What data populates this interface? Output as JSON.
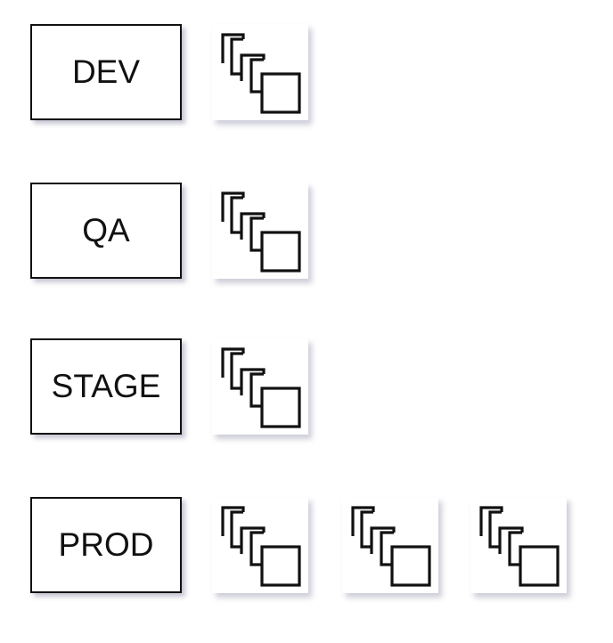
{
  "environments": [
    {
      "label": "DEV",
      "instances": 1,
      "icon": "stacked-copies-icon"
    },
    {
      "label": "QA",
      "instances": 1,
      "icon": "stacked-copies-icon"
    },
    {
      "label": "STAGE",
      "instances": 1,
      "icon": "stacked-copies-icon"
    },
    {
      "label": "PROD",
      "instances": 3,
      "icon": "stacked-copies-icon"
    }
  ]
}
